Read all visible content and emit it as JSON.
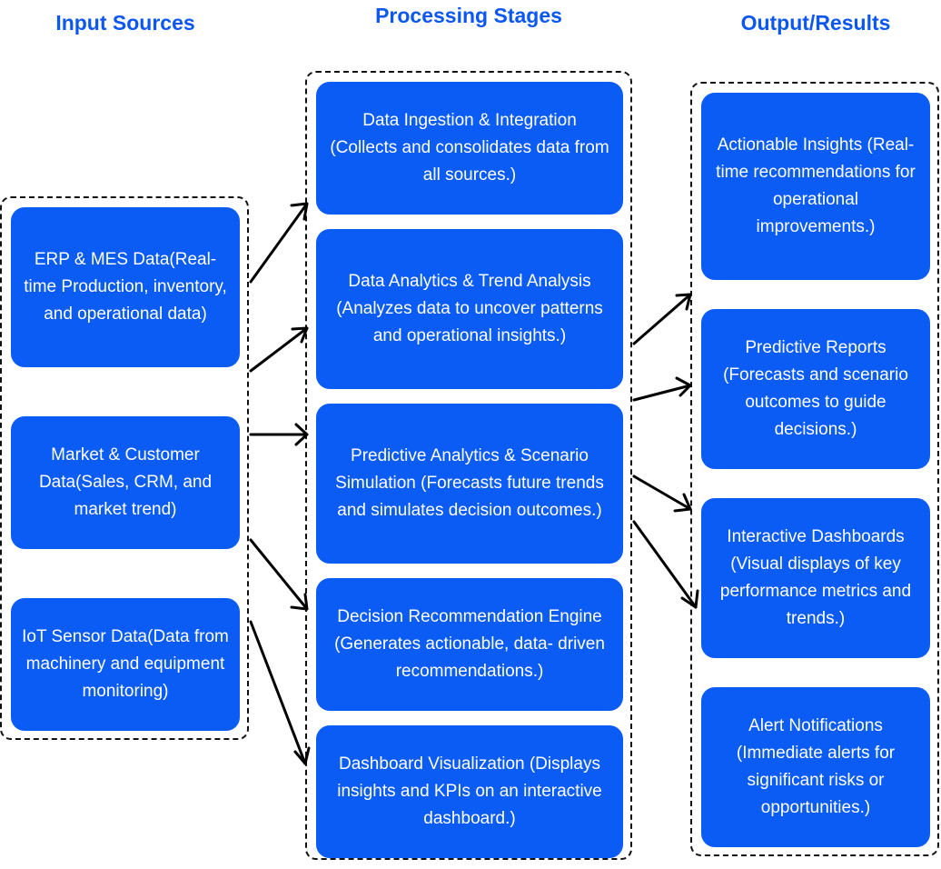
{
  "headings": {
    "input": "Input Sources",
    "processing": "Processing Stages",
    "output": "Output/Results"
  },
  "inputs": [
    {
      "text": "ERP & MES Data(Real-time Production, inventory, and operational data)"
    },
    {
      "text": "Market & Customer Data(Sales, CRM, and market trend)"
    },
    {
      "text": "IoT Sensor Data(Data from machinery and equipment monitoring)"
    }
  ],
  "stages": [
    {
      "text": "Data Ingestion & Integration (Collects and consolidates data from all sources.)"
    },
    {
      "text": "Data Analytics & Trend Analysis (Analyzes data to uncover patterns and operational insights.)"
    },
    {
      "text": "Predictive Analytics & Scenario Simulation (Forecasts future trends and simulates decision outcomes.)"
    },
    {
      "text": "Decision Recommendation Engine (Generates actionable, data- driven recommendations.)"
    },
    {
      "text": "Dashboard Visualization (Displays insights and KPIs on an interactive dashboard.)"
    }
  ],
  "outputs": [
    {
      "text": "Actionable Insights (Real-time recommendations for operational improvements.)"
    },
    {
      "text": "Predictive Reports (Forecasts and scenario outcomes to guide decisions.)"
    },
    {
      "text": "Interactive Dashboards (Visual displays of key performance metrics and trends.)"
    },
    {
      "text": "Alert Notifications (Immediate alerts for significant risks or opportunities.)"
    }
  ],
  "colors": {
    "accent": "#0b5cf5",
    "heading": "#0b57f0",
    "line": "#000000"
  }
}
